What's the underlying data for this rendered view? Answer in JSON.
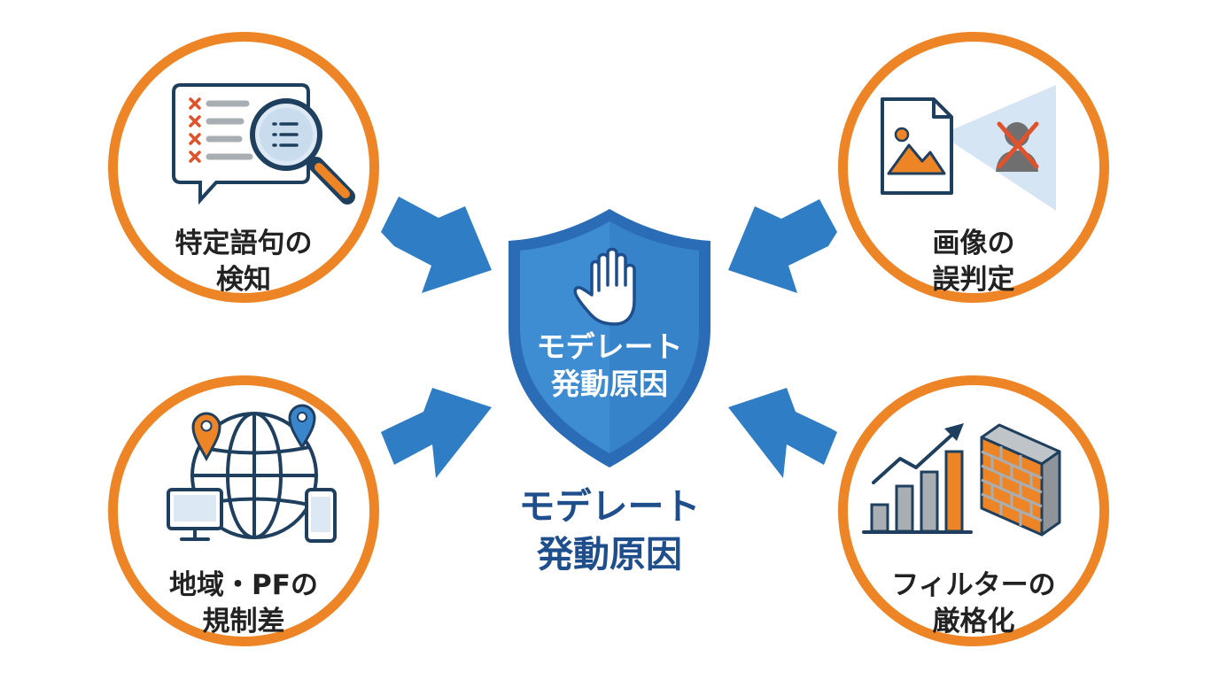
{
  "center": {
    "shield_line1": "モデレート",
    "shield_line2": "発動原因",
    "caption_line1": "モデレート",
    "caption_line2": "発動原因",
    "icon": "raised-hand-icon"
  },
  "factors": [
    {
      "line1": "特定語句の",
      "line2": "検知",
      "icon": "magnifier-checklist-icon"
    },
    {
      "line1": "画像の",
      "line2": "誤判定",
      "icon": "image-misjudgment-icon"
    },
    {
      "line1": "地域・PFの",
      "line2": "規制差",
      "icon": "globe-devices-icon"
    },
    {
      "line1": "フィルターの",
      "line2": "厳格化",
      "icon": "chart-firewall-icon"
    }
  ],
  "colors": {
    "orange": "#ED8526",
    "blue": "#2F7DC4",
    "navy": "#1F4E8C",
    "shield": "#3A86CC"
  }
}
